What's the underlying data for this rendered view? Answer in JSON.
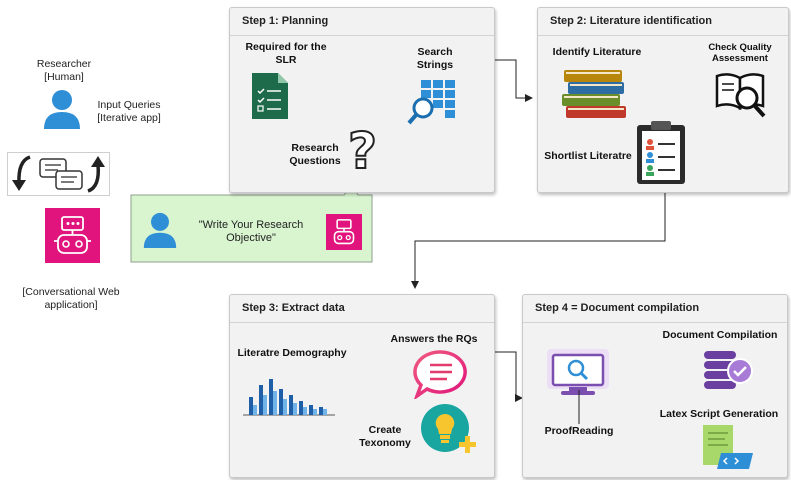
{
  "left": {
    "researcher_name": "Researcher",
    "researcher_role": "[Human]",
    "input_queries": "Input Queries",
    "input_mode": "[Iterative app]",
    "app_label_1": "[Conversational Web",
    "app_label_2": "application]"
  },
  "prompt_box": {
    "text_1": "\"Write Your Research",
    "text_2": "Objective\""
  },
  "step1": {
    "title": "Step 1: Planning",
    "required_1": "Required for the",
    "required_2": "SLR",
    "search_1": "Search",
    "search_2": "Strings",
    "rq_1": "Research",
    "rq_2": "Questions",
    "question_mark": "?"
  },
  "step2": {
    "title": "Step 2: Literature identification",
    "identify": "Identify Literature",
    "quality_1": "Check Quality",
    "quality_2": "Assessment",
    "shortlist": "Shortlist Literatre"
  },
  "step3": {
    "title": "Step 3: Extract data",
    "demography": "Literatre Demography",
    "answers": "Answers the RQs",
    "create_1": "Create",
    "create_2": "Texonomy"
  },
  "step4": {
    "title": "Step 4 = Document compilation",
    "compilation": "Document Compilation",
    "proofreading": "ProofReading",
    "latex": "Latex Script Generation"
  },
  "colors": {
    "accent_blue": "#2f8fd6",
    "bot_pink": "#e0147c",
    "prompt_green": "#d8f5d0",
    "panel_bg": "#f2f2f3"
  },
  "icons": [
    "person-icon",
    "chat-bubbles-icon",
    "curved-arrow-down-icon",
    "curved-arrow-up-icon",
    "robot-icon",
    "document-checklist-icon",
    "search-grid-icon",
    "question-mark-icon",
    "books-icon",
    "book-search-icon",
    "clipboard-checklist-icon",
    "bar-chart-icon",
    "speech-bubble-icon",
    "lightbulb-plus-icon",
    "monitor-search-icon",
    "database-check-icon",
    "script-file-icon"
  ]
}
